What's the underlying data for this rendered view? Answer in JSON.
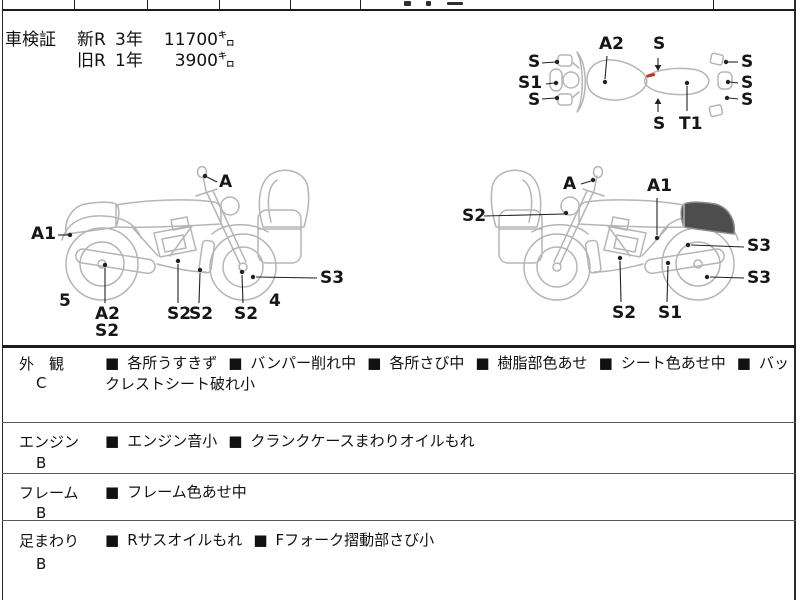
{
  "bullet": "■",
  "colors": {
    "diagram_line": "#b5b5b5",
    "text": "#111111",
    "red_mark": "#c03222",
    "dark_seat_fill": "#4d4d4d"
  },
  "registration": {
    "label": "車検証",
    "rows": [
      {
        "era": "新R",
        "years": "3年",
        "distance": "11700㌔"
      },
      {
        "era": "旧R",
        "years": "1年",
        "distance": "3900㌔"
      }
    ]
  },
  "top_view": {
    "labels": {
      "a2": "A2",
      "s_top_mid": "S",
      "s_left_top": "S",
      "s1": "S1",
      "s_left_bottom": "S",
      "s_bottom_mid": "S",
      "t1": "T1",
      "s_right_top": "S",
      "s_right_mid": "S",
      "s_right_bottom": "S"
    }
  },
  "left_view": {
    "labels": {
      "a": "A",
      "a1": "A1",
      "num5": "5",
      "a2": "A2",
      "s2_under_a2": "S2",
      "s2_mid_left": "S2",
      "s2_mid_right": "S2",
      "s2_front": "S2",
      "num4": "4",
      "s3": "S3"
    }
  },
  "right_view": {
    "labels": {
      "s2_front": "S2",
      "a": "A",
      "a1": "A1",
      "s3_upper": "S3",
      "s3_lower": "S3",
      "s2_bottom": "S2",
      "s1_bottom": "S1"
    }
  },
  "sections": [
    {
      "name": "外　観",
      "grade": "C",
      "items": [
        "各所うすきず",
        "バンパー削れ中",
        "各所さび中",
        "樹脂部色あせ",
        "シート色あせ中",
        "バックレストシート破れ小"
      ]
    },
    {
      "name": "エンジン",
      "grade": "B",
      "items": [
        "エンジン音小",
        "クランクケースまわりオイルもれ"
      ]
    },
    {
      "name": "フレーム",
      "grade": "B",
      "items": [
        "フレーム色あせ中"
      ]
    },
    {
      "name": "足まわり",
      "grade": "B",
      "items": [
        "Rサスオイルもれ",
        "Fフォーク摺動部さび小"
      ]
    }
  ]
}
